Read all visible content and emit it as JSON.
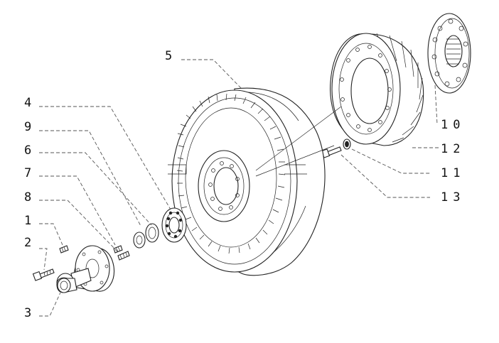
{
  "callouts": [
    {
      "id": "1",
      "text": "1"
    },
    {
      "id": "2",
      "text": "2"
    },
    {
      "id": "3",
      "text": "3"
    },
    {
      "id": "4",
      "text": "4"
    },
    {
      "id": "5",
      "text": "5"
    },
    {
      "id": "6",
      "text": "6"
    },
    {
      "id": "7",
      "text": "7"
    },
    {
      "id": "8",
      "text": "8"
    },
    {
      "id": "9",
      "text": "9"
    },
    {
      "id": "10",
      "text": "10"
    },
    {
      "id": "11",
      "text": "11"
    },
    {
      "id": "12",
      "text": "12"
    },
    {
      "id": "13",
      "text": "13"
    }
  ],
  "parts": [
    "stud",
    "bolt",
    "hub",
    "bearing",
    "brake-drum",
    "washer",
    "nut",
    "spring-washer",
    "seal-ring",
    "flange",
    "o-ring",
    "tone-ring",
    "screw"
  ],
  "colors": {
    "line": "#222222",
    "leader": "#555555",
    "background": "#ffffff"
  }
}
